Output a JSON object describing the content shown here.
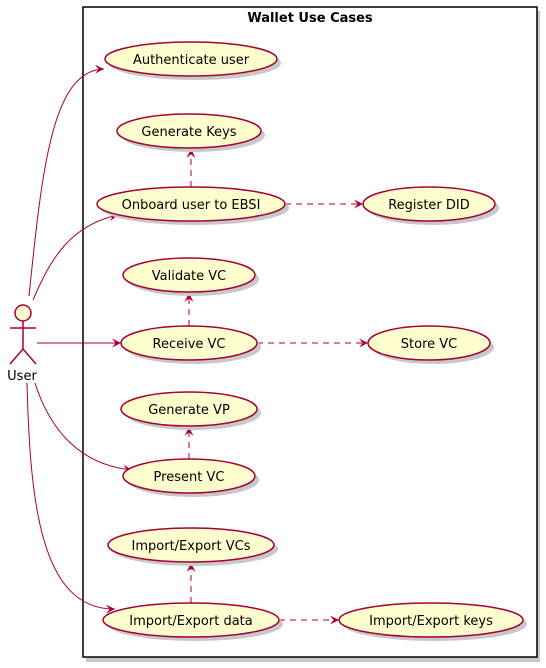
{
  "diagram": {
    "type": "use-case",
    "system_title": "Wallet Use Cases",
    "actor": {
      "name": "User"
    },
    "colors": {
      "ellipse_fill": "#FEFECE",
      "stroke": "#A80036",
      "boundary": "#000000",
      "shadow": "#c8c8c8"
    },
    "use_cases": [
      {
        "id": "auth",
        "label": "Authenticate user"
      },
      {
        "id": "genkeys",
        "label": "Generate Keys"
      },
      {
        "id": "onboard",
        "label": "Onboard user to EBSI"
      },
      {
        "id": "regdid",
        "label": "Register DID"
      },
      {
        "id": "validate",
        "label": "Validate VC"
      },
      {
        "id": "receive",
        "label": "Receive VC"
      },
      {
        "id": "store",
        "label": "Store VC"
      },
      {
        "id": "genvp",
        "label": "Generate VP"
      },
      {
        "id": "present",
        "label": "Present VC"
      },
      {
        "id": "ievcs",
        "label": "Import/Export VCs"
      },
      {
        "id": "iedata",
        "label": "Import/Export data"
      },
      {
        "id": "iekeys",
        "label": "Import/Export keys"
      }
    ],
    "associations": [
      {
        "from": "User",
        "to": "auth"
      },
      {
        "from": "User",
        "to": "onboard"
      },
      {
        "from": "User",
        "to": "receive"
      },
      {
        "from": "User",
        "to": "present"
      },
      {
        "from": "User",
        "to": "iedata"
      }
    ],
    "dependencies": [
      {
        "from": "onboard",
        "to": "genkeys"
      },
      {
        "from": "onboard",
        "to": "regdid"
      },
      {
        "from": "receive",
        "to": "validate"
      },
      {
        "from": "receive",
        "to": "store"
      },
      {
        "from": "present",
        "to": "genvp"
      },
      {
        "from": "iedata",
        "to": "ievcs"
      },
      {
        "from": "iedata",
        "to": "iekeys"
      }
    ]
  }
}
